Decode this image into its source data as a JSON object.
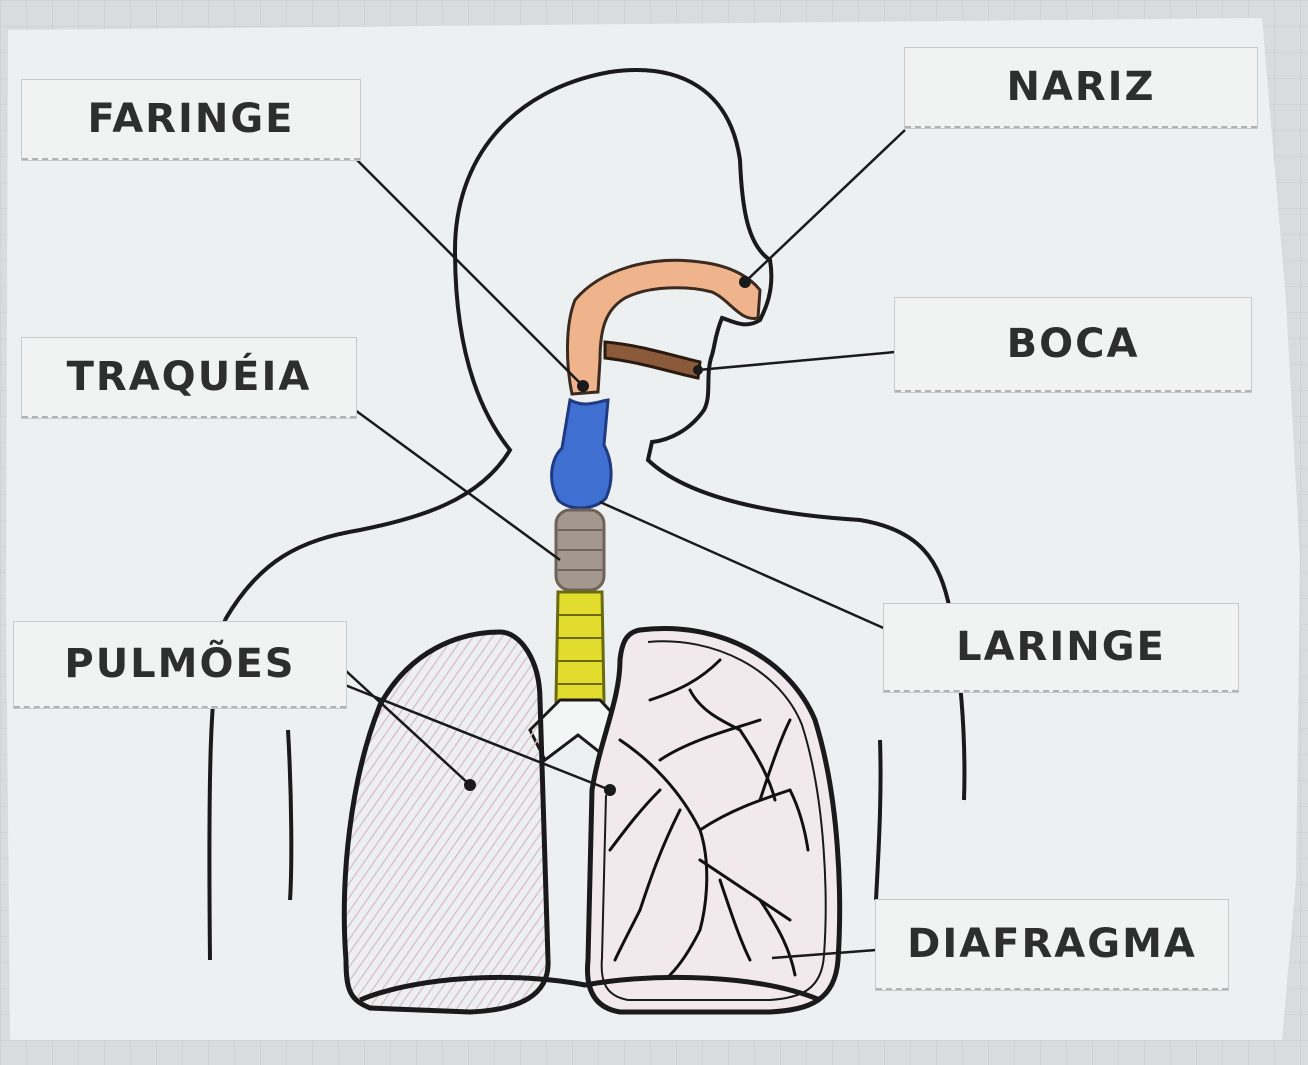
{
  "labels": {
    "faringe": "FARINGE",
    "nariz": "NARIZ",
    "traqueia": "TRAQUÉIA",
    "boca": "BOCA",
    "pulmoes": "PULMÕES",
    "laringe": "LARINGE",
    "diafragma": "DIAFRAGMA"
  },
  "colors": {
    "nasal_cavity": "#f0b48c",
    "pharynx": "#f0b48c",
    "larynx": "#3f6fd1",
    "trachea_upper": "#9a8c84",
    "trachea_lower": "#e2dc2e",
    "lung_left_shading": "#e9d7dc",
    "outline": "#1a1a1a",
    "paper": "#eef1f1"
  }
}
